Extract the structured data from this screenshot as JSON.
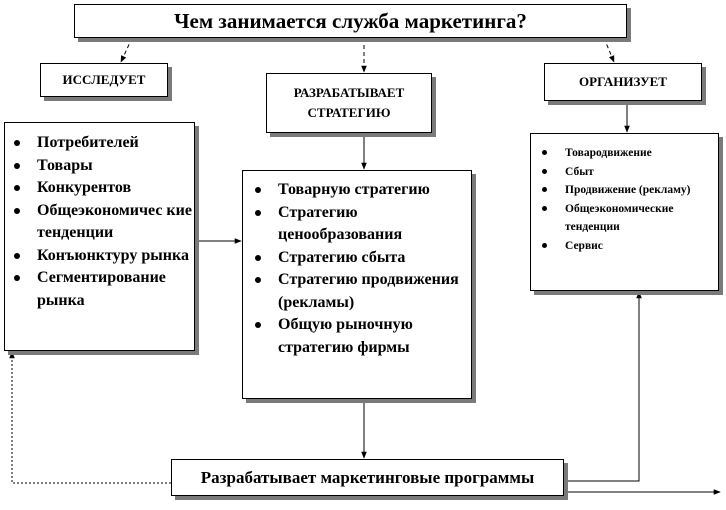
{
  "title": "Чем занимается служба маркетинга?",
  "headings": {
    "research": "ИССЛЕДУЕТ",
    "develop": [
      "РАЗРАБАТЫВАЕТ",
      "СТРАТЕГИЮ"
    ],
    "organize": "ОРГАНИЗУЕТ"
  },
  "research_items": [
    "Потребителей",
    "Товары",
    "Конкурентов",
    "Общеэкономичес кие тенденции",
    "Конъюнктуру рынка",
    "Сегментирование рынка"
  ],
  "develop_items": [
    "Товарную стратегию",
    "Стратегию ценообразования",
    "Стратегию сбыта",
    "Стратегию продвижения (рекламы)",
    "Общую рыночную стратегию фирмы"
  ],
  "organize_items": [
    "Товародвижение",
    "Сбыт",
    "Продвижение (рекламу)",
    "Общеэкономические тенденции",
    "Сервис"
  ],
  "bottom": "Разрабатывает маркетинговые программы"
}
